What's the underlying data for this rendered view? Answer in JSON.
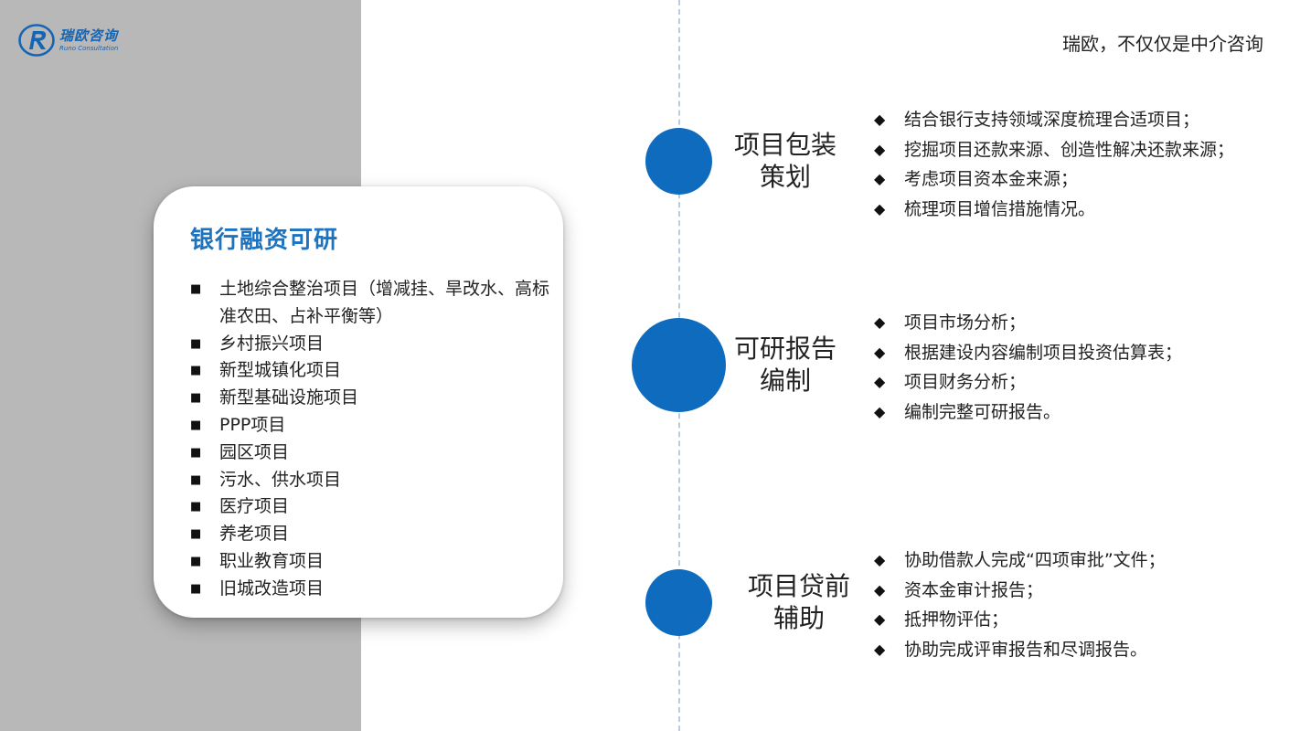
{
  "logo": {
    "name_cn": "瑞欧咨询",
    "name_en": "Runo Consultation",
    "brand_color": "#1565b4"
  },
  "slogan": "瑞欧，不仅仅是中介咨询",
  "card": {
    "title": "银行融资可研",
    "bullet": "■",
    "items": [
      "土地综合整治项目（增减挂、旱改水、高标准农田、占补平衡等）",
      "乡村振兴项目",
      "新型城镇化项目",
      "新型基础设施项目",
      "PPP项目",
      "园区项目",
      "污水、供水项目",
      "医疗项目",
      "养老项目",
      "职业教育项目",
      "旧城改造项目"
    ]
  },
  "accent_color": "#0e6bbd",
  "stages": [
    {
      "title_line1": "项目包装",
      "title_line2": "策划",
      "bullet": "◆",
      "points": [
        "结合银行支持领域深度梳理合适项目；",
        "挖掘项目还款来源、创造性解决还款来源；",
        "考虑项目资本金来源；",
        "梳理项目增信措施情况。"
      ]
    },
    {
      "title_line1": "可研报告",
      "title_line2": "编制",
      "bullet": "◆",
      "points": [
        "项目市场分析；",
        "根据建设内容编制项目投资估算表；",
        "项目财务分析；",
        "编制完整可研报告。"
      ]
    },
    {
      "title_line1": "项目贷前",
      "title_line2": "辅助",
      "bullet": "◆",
      "points": [
        "协助借款人完成“四项审批”文件；",
        "资本金审计报告；",
        "抵押物评估；",
        "协助完成评审报告和尽调报告。"
      ]
    }
  ]
}
